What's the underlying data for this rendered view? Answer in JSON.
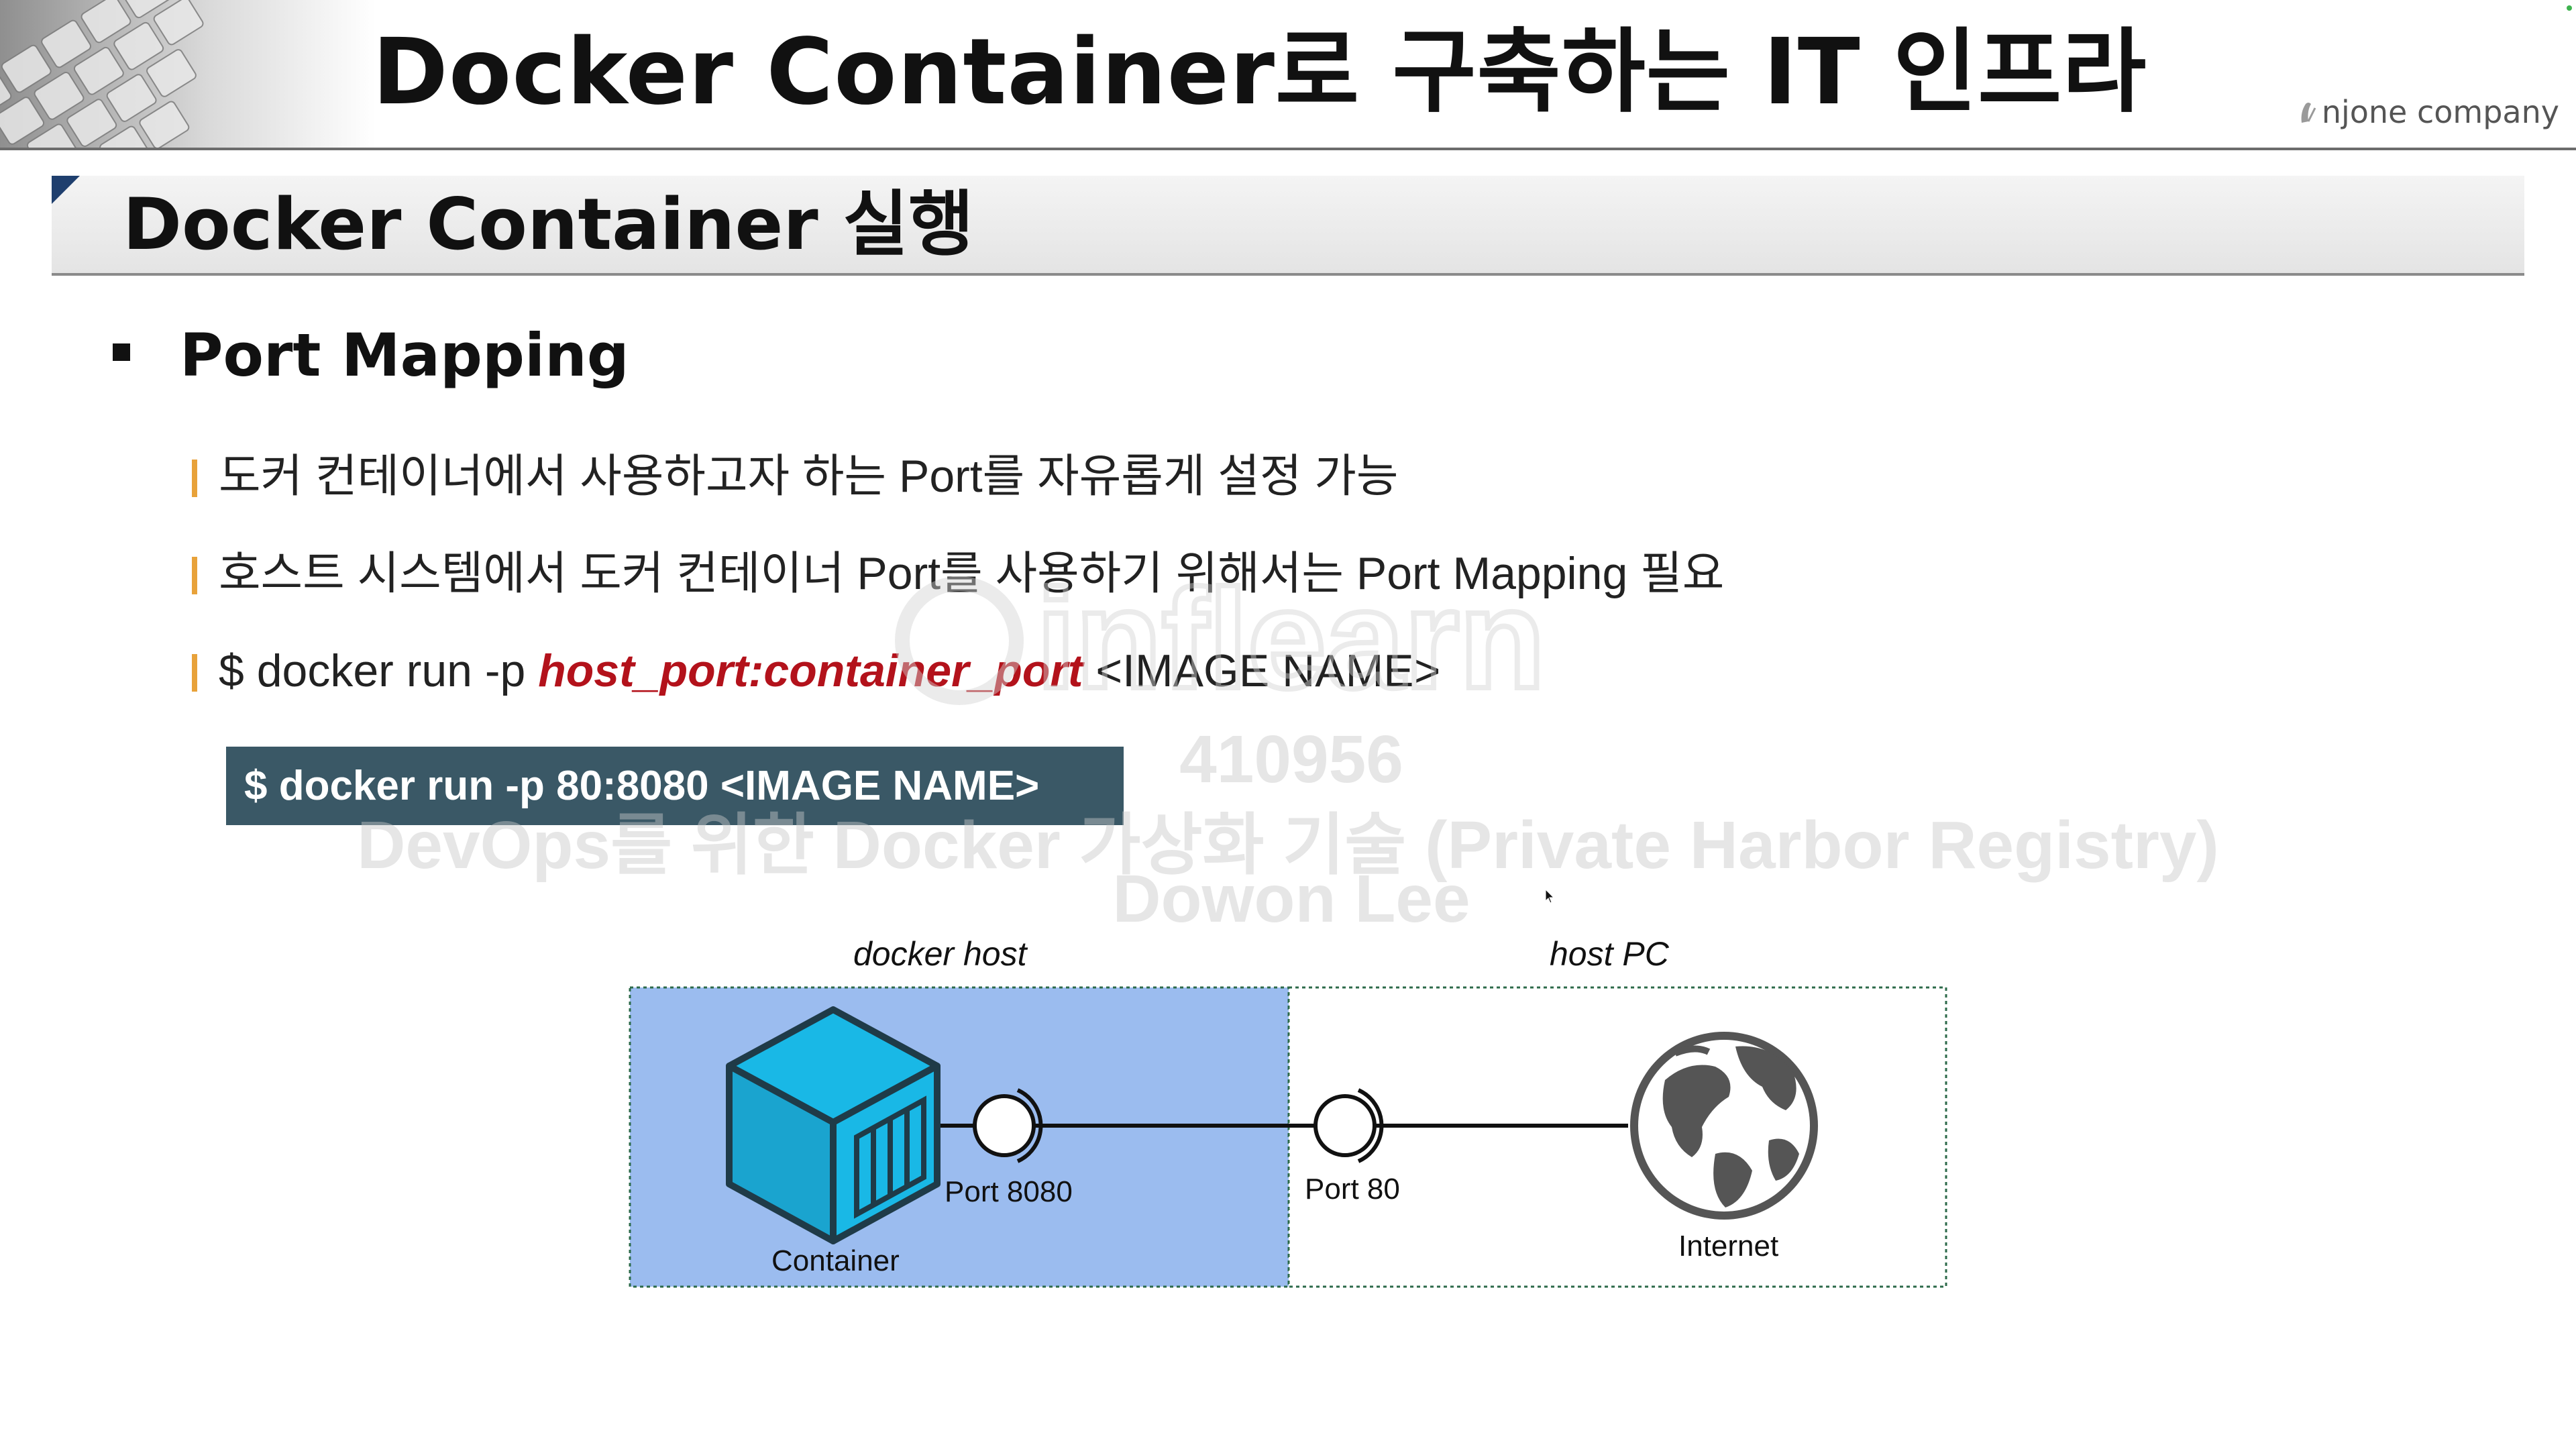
{
  "header": {
    "title": "Docker Container로 구축하는 IT 인프라",
    "brand": "njone company"
  },
  "section": {
    "title": "Docker Container 실행"
  },
  "bullet": {
    "title": "Port Mapping",
    "items": [
      "도커 컨테이너에서 사용하고자 하는 Port를 자유롭게 설정 가능",
      "호스트 시스템에서 도커 컨테이너 Port를 사용하기 위해서는 Port Mapping 필요"
    ],
    "command": {
      "prefix": "$ docker run -p ",
      "highlight": "host_port:container_port",
      "suffix": " <IMAGE NAME>"
    }
  },
  "example_command": "$ docker run -p 80:8080 <IMAGE NAME>",
  "watermark": {
    "logo": "inflearn",
    "id": "410956",
    "course": "DevOps를 위한 Docker 가상화 기술 (Private Harbor Registry)",
    "author": "Dowon Lee"
  },
  "diagram": {
    "docker_host_label": "docker host",
    "host_pc_label": "host PC",
    "container_label": "Container",
    "container_port_label": "Port 8080",
    "host_port_label": "Port 80",
    "internet_label": "Internet"
  },
  "colors": {
    "docker_host_fill": "#9bbcef",
    "container_cube": "#19b8e6",
    "command_box": "#3a5866",
    "highlight_red": "#b3121b",
    "bullet_bar": "#e8a23a"
  },
  "icons": [
    "keyboard-image",
    "container-cube-icon",
    "globe-icon",
    "port-socket-icon",
    "cursor-icon"
  ]
}
